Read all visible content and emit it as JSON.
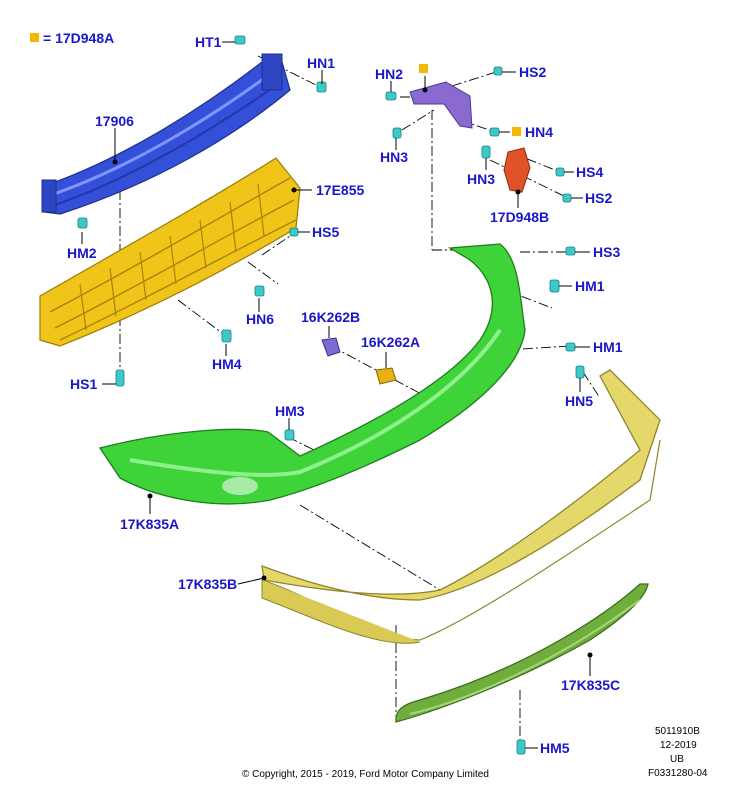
{
  "legend": {
    "text": "= 17D948A",
    "color": "#f5b800"
  },
  "labels": {
    "ht1": "HT1",
    "hn1": "HN1",
    "n17906": "17906",
    "hm2": "HM2",
    "n17e855": "17E855",
    "hs5": "HS5",
    "hn6": "HN6",
    "hm4": "HM4",
    "hs1": "HS1",
    "hn2_a": "HN2",
    "hs2_a": "HS2",
    "hn3_a": "HN3",
    "hn4": "HN4",
    "hn3_b": "HN3",
    "hs4": "HS4",
    "hs2_b": "HS2",
    "n17d948b": "17D948B",
    "hs3": "HS3",
    "hm1_a": "HM1",
    "n16k262b": "16K262B",
    "n16k262a": "16K262A",
    "hm1_b": "HM1",
    "hn5": "HN5",
    "hm3": "HM3",
    "n17k835a": "17K835A",
    "n17k835b": "17K835B",
    "n17k835c": "17K835C",
    "hm5": "HM5"
  },
  "meta": {
    "code": "5011910B",
    "date": "12-2019",
    "region": "UB",
    "figure": "F0331280-04",
    "copyright": "© Copyright, 2015 - 2019, Ford Motor Company Limited"
  },
  "colors": {
    "label": "#1a16c9",
    "beam": "#3550d8",
    "absorber": "#f0c419",
    "bracket_purple": "#8a6ad0",
    "bracket_red": "#e0522a",
    "cover_green": "#3fd33a",
    "cover_yellow": "#e5d86a",
    "valance_green": "#6fae3c",
    "clip_cyan": "#3ec9c9"
  }
}
